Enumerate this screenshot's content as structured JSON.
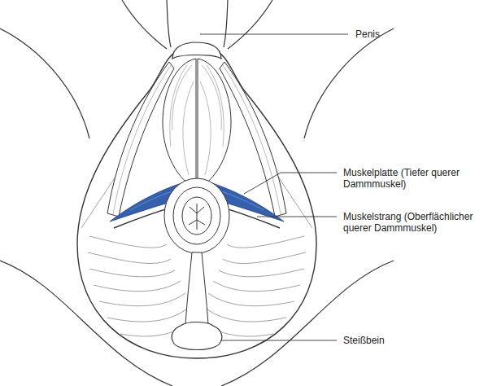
{
  "diagram": {
    "labels": [
      "Penis",
      "Muskelplatte (Tiefer querer Dammmuskel)",
      "Muskelstrang (Oberflächlicher querer Dammmuskel)",
      "Steißbein"
    ]
  }
}
